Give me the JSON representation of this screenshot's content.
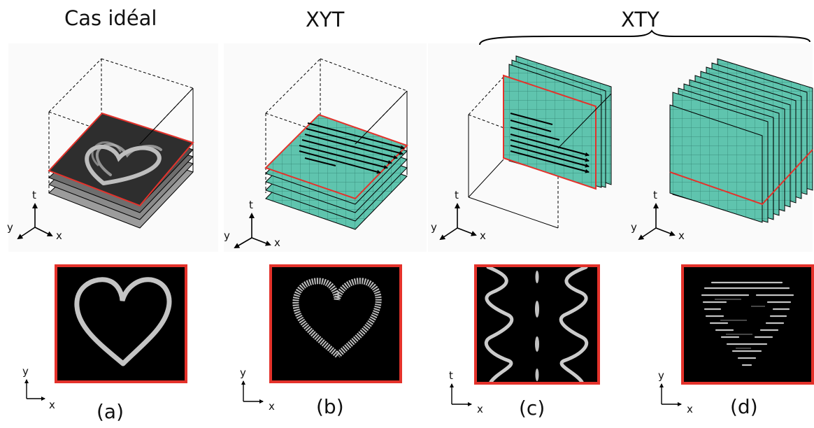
{
  "titles": {
    "ideal": "Cas idéal",
    "xyt": "XYT",
    "xty": "XTY"
  },
  "captions": {
    "a": "(a)",
    "b": "(b)",
    "c": "(c)",
    "d": "(d)"
  },
  "axes": {
    "x": "x",
    "y": "y",
    "t": "t"
  },
  "colors": {
    "slice_fill": "#5fc4ae",
    "slice_highlight": "#e4322b",
    "gray_slice": "#3a3a3a",
    "frame": "#000000"
  }
}
